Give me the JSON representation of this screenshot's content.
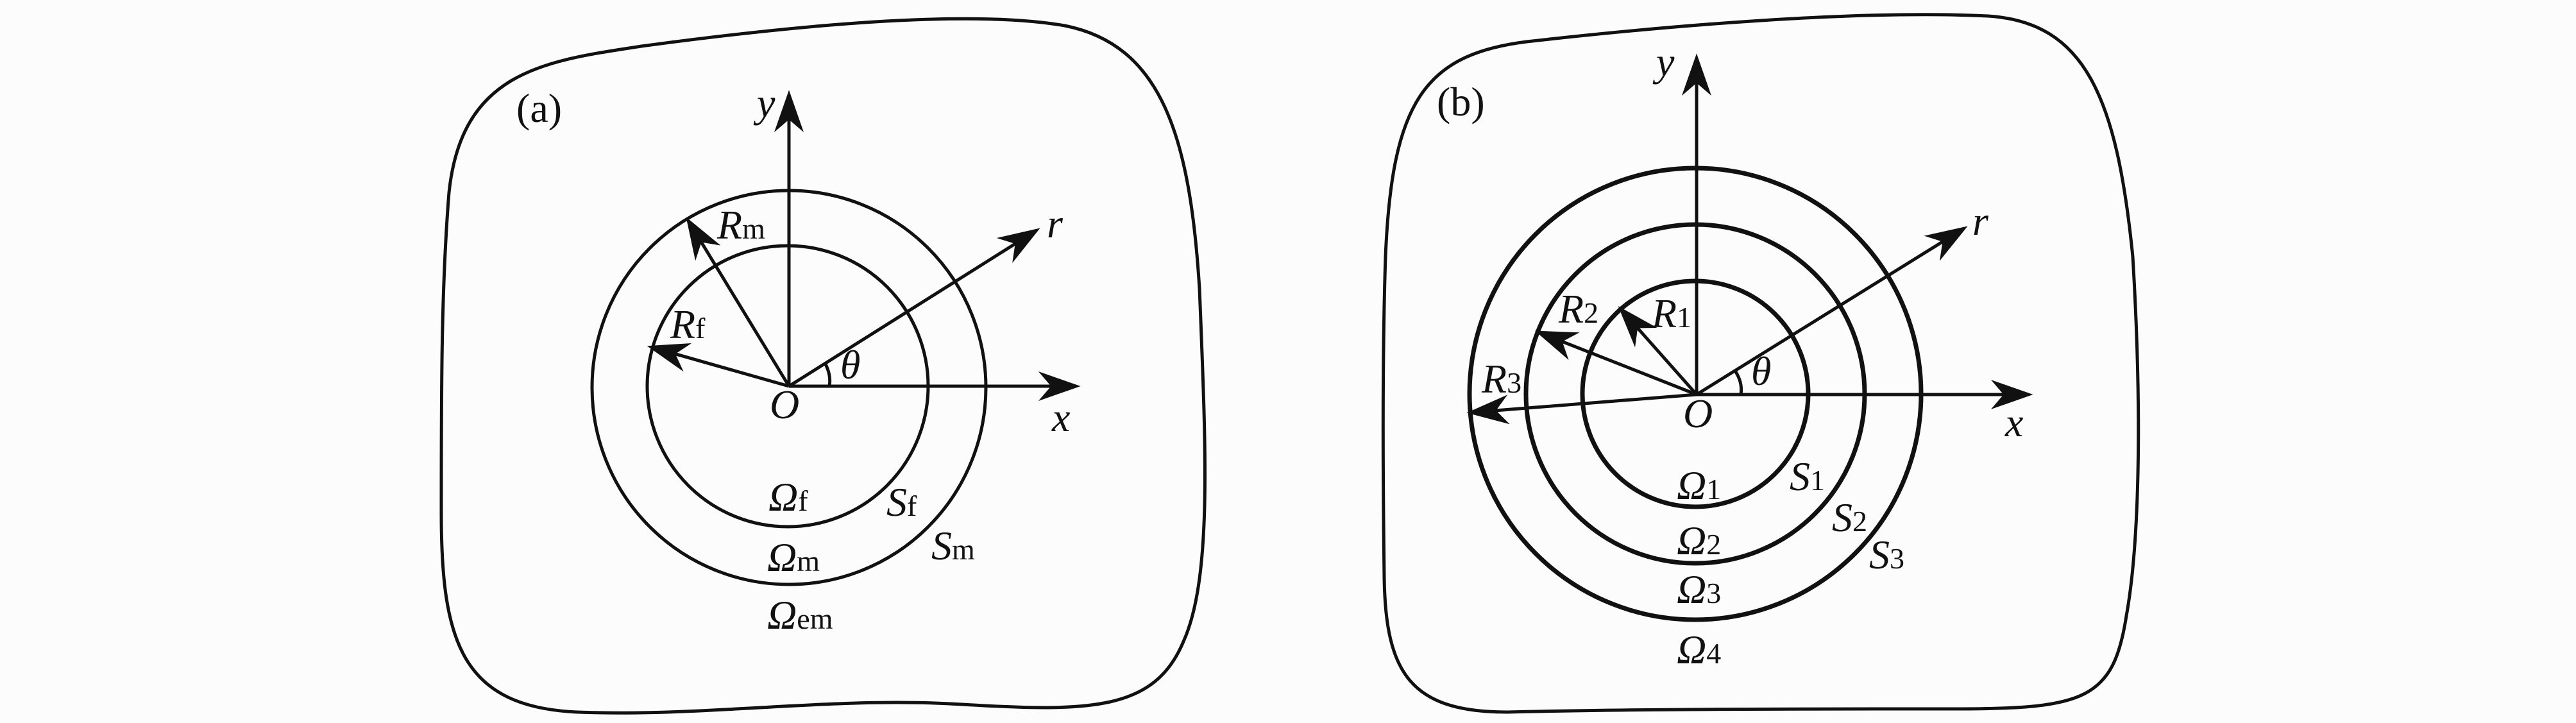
{
  "panel_a": {
    "tag": "(a)",
    "axis_x": "x",
    "axis_y": "y",
    "axis_r": "r",
    "origin": "O",
    "angle": "θ",
    "radius_outer": {
      "main": "R",
      "sub": "m"
    },
    "radius_inner": {
      "main": "R",
      "sub": "f"
    },
    "region_inner": {
      "main": "Ω",
      "sub": "f"
    },
    "region_middle": {
      "main": "Ω",
      "sub": "m"
    },
    "region_outer": {
      "main": "Ω",
      "sub": "em"
    },
    "surface_inner": {
      "main": "S",
      "sub": "f"
    },
    "surface_outer": {
      "main": "S",
      "sub": "m"
    }
  },
  "panel_b": {
    "tag": "(b)",
    "axis_x": "x",
    "axis_y": "y",
    "axis_r": "r",
    "origin": "O",
    "angle": "θ",
    "radius_1": {
      "main": "R",
      "sub": "1"
    },
    "radius_2": {
      "main": "R",
      "sub": "2"
    },
    "radius_3": {
      "main": "R",
      "sub": "3"
    },
    "region_1": {
      "main": "Ω",
      "sub": "1"
    },
    "region_2": {
      "main": "Ω",
      "sub": "2"
    },
    "region_3": {
      "main": "Ω",
      "sub": "3"
    },
    "region_4": {
      "main": "Ω",
      "sub": "4"
    },
    "surface_1": {
      "main": "S",
      "sub": "1"
    },
    "surface_2": {
      "main": "S",
      "sub": "2"
    },
    "surface_3": {
      "main": "S",
      "sub": "3"
    }
  }
}
